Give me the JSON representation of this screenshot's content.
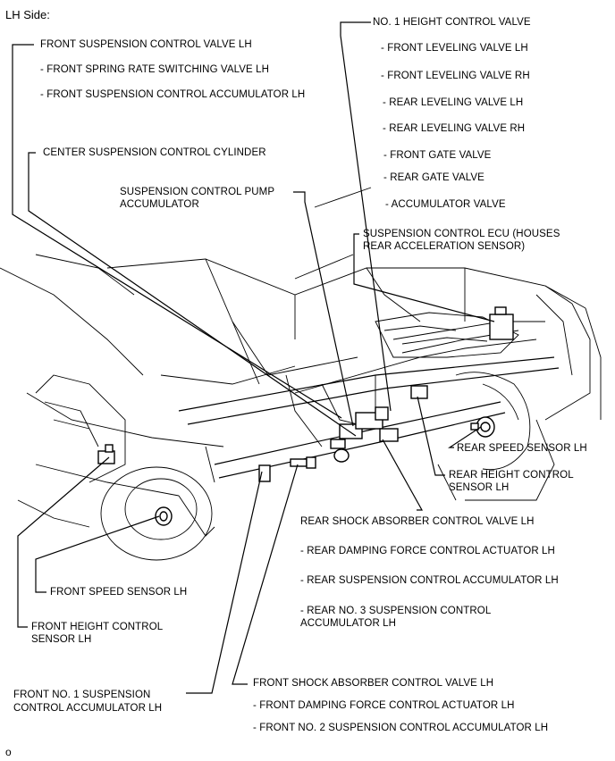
{
  "header": {
    "title": "LH Side:"
  },
  "footer": {
    "code": "o"
  },
  "labels": {
    "front_susp_valve": "FRONT SUSPENSION CONTROL VALVE LH",
    "front_spring_rate": "- FRONT SPRING RATE SWITCHING VALVE LH",
    "front_susp_accum": "- FRONT SUSPENSION CONTROL ACCUMULATOR LH",
    "center_cylinder": "CENTER SUSPENSION CONTROL CYLINDER",
    "pump_accum_1": "SUSPENSION CONTROL PUMP",
    "pump_accum_2": "ACCUMULATOR",
    "height_valve": "NO. 1 HEIGHT CONTROL VALVE",
    "front_level_lh": "- FRONT LEVELING VALVE LH",
    "front_level_rh": "- FRONT LEVELING VALVE RH",
    "rear_level_lh": "- REAR LEVELING VALVE LH",
    "rear_level_rh": "- REAR LEVELING VALVE RH",
    "front_gate": "- FRONT GATE VALVE",
    "rear_gate": "- REAR GATE VALVE",
    "accum_valve": "- ACCUMULATOR VALVE",
    "ecu_1": "SUSPENSION CONTROL ECU (HOUSES",
    "ecu_2": "REAR ACCELERATION SENSOR)",
    "rear_speed": "REAR SPEED SENSOR LH",
    "rear_height_1": "REAR HEIGHT CONTROL",
    "rear_height_2": "SENSOR LH",
    "rear_shock": "REAR SHOCK ABSORBER CONTROL VALVE LH",
    "rear_damping": "- REAR DAMPING FORCE CONTROL ACTUATOR LH",
    "rear_susp_accum": "- REAR SUSPENSION CONTROL ACCUMULATOR LH",
    "rear_no3_1": "- REAR NO. 3 SUSPENSION CONTROL",
    "rear_no3_2": "ACCUMULATOR LH",
    "front_speed": "FRONT SPEED SENSOR LH",
    "front_height_1": "FRONT HEIGHT CONTROL",
    "front_height_2": "SENSOR LH",
    "front_no1_1": "FRONT NO. 1 SUSPENSION",
    "front_no1_2": "CONTROL ACCUMULATOR LH",
    "front_shock": "FRONT SHOCK ABSORBER CONTROL VALVE LH",
    "front_damping": "- FRONT DAMPING FORCE CONTROL ACTUATOR LH",
    "front_no2": "- FRONT NO. 2 SUSPENSION CONTROL ACCUMULATOR LH"
  }
}
